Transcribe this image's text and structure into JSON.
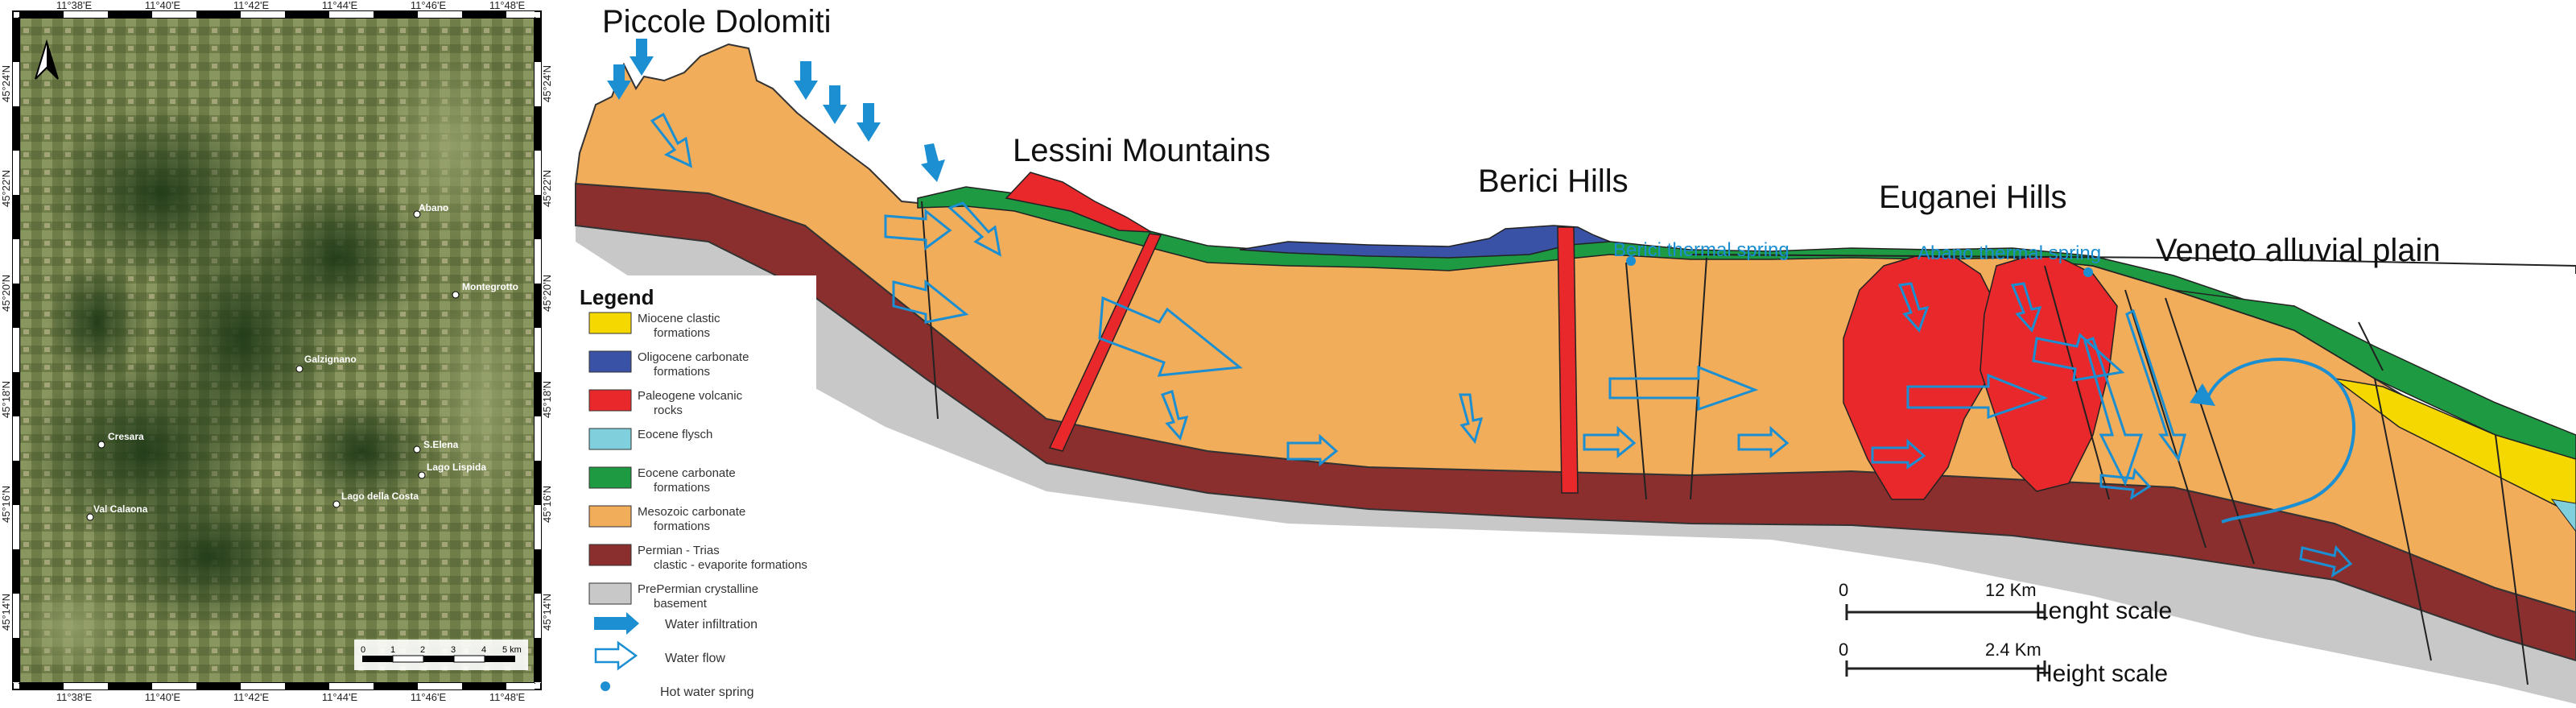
{
  "map": {
    "top_ticks": [
      "11°38'E",
      "11°40'E",
      "11°42'E",
      "11°44'E",
      "11°46'E",
      "11°48'E"
    ],
    "bottom_ticks": [
      "11°38'E",
      "11°40'E",
      "11°42'E",
      "11°44'E",
      "11°46'E",
      "11°48'E"
    ],
    "left_ticks": [
      "45°24'N",
      "45°22'N",
      "45°20'N",
      "45°18'N",
      "45°16'N",
      "45°14'N"
    ],
    "right_ticks": [
      "45°24'N",
      "45°22'N",
      "45°20'N",
      "45°18'N",
      "45°16'N",
      "45°14'N"
    ],
    "places": [
      "Abano",
      "Montegrotto",
      "Galzignano",
      "Cresara",
      "S.Elena",
      "Lago Lispida",
      "Lago della Costa",
      "Val Calaona"
    ],
    "scale_labels": [
      "0",
      "1",
      "2",
      "3",
      "4",
      "5 km"
    ],
    "north_icon": "north-arrow-icon"
  },
  "section": {
    "labels": {
      "piccole": "Piccole Dolomiti",
      "lessini": "Lessini Mountains",
      "berici": "Berici Hills",
      "euganei": "Euganei Hills",
      "veneto": "Veneto alluvial plain",
      "berici_spring": "Berici thermal spring",
      "abano_spring": "Abano thermal spring"
    },
    "legend": {
      "title": "Legend",
      "items": [
        {
          "l1": "Miocene clastic",
          "l2": "formations",
          "color": "#f5d800"
        },
        {
          "l1": "Oligocene carbonate",
          "l2": "formations",
          "color": "#3a52a6"
        },
        {
          "l1": "Paleogene volcanic",
          "l2": "rocks",
          "color": "#e8282b"
        },
        {
          "l1": "Eocene flysch",
          "l2": "",
          "color": "#7fd0dc"
        },
        {
          "l1": "Eocene carbonate",
          "l2": "formations",
          "color": "#1e9a42"
        },
        {
          "l1": "Mesozoic carbonate",
          "l2": "formations",
          "color": "#f2ad5b"
        },
        {
          "l1": "Permian - Trias",
          "l2": "clastic - evaporite formations",
          "color": "#8a2e2e"
        },
        {
          "l1": "PrePermian crystalline",
          "l2": "basement",
          "color": "#c8c8c8"
        }
      ],
      "symbols": [
        "Water infiltration",
        "Water flow",
        "Hot water spring"
      ]
    },
    "scales": {
      "length_start": "0",
      "length_end": "12 Km",
      "length_label": "Lenght scale",
      "height_start": "0",
      "height_end": "2.4 Km",
      "height_label": "Height scale"
    },
    "colors": {
      "mesozoic": "#f2ad5b",
      "permian": "#8a2e2e",
      "basement": "#c8c8c8",
      "volcanic": "#e8282b",
      "eocene": "#1e9a42",
      "oligocene": "#3a52a6",
      "miocene": "#f5d800",
      "flysch": "#7fd0dc",
      "water": "#1b8fd1"
    }
  }
}
